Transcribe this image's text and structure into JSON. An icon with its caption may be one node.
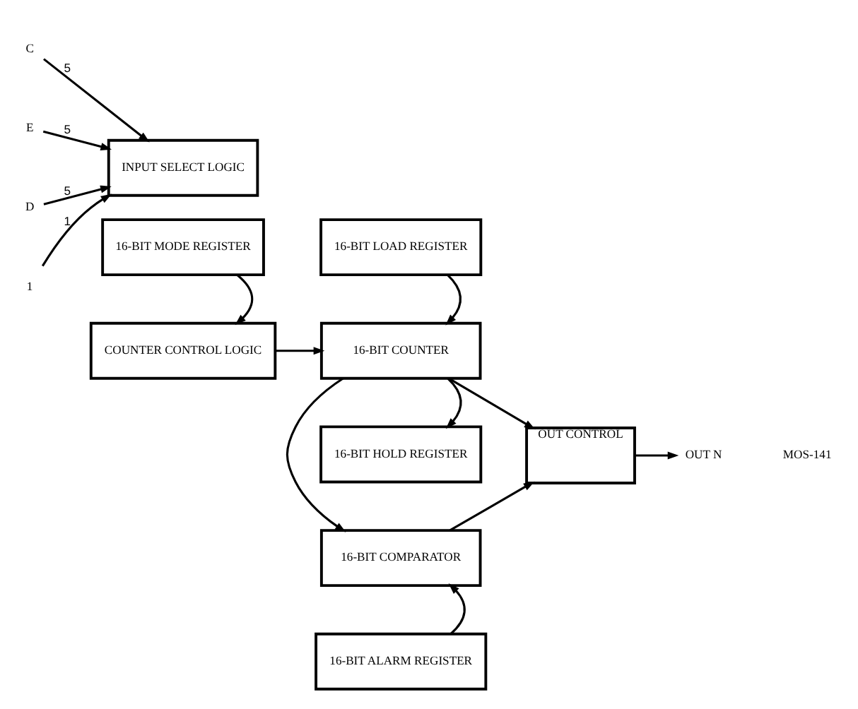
{
  "diagram": {
    "nodes": [
      {
        "text": [
          "INPUT SELECT LOGIC"
        ]
      },
      {
        "text": [
          "COUNTER CONTROL LOGIC"
        ]
      },
      {
        "text": [
          "16-BIT LOAD REGISTER"
        ]
      },
      {
        "text": [
          "16-BIT COUNTER"
        ]
      },
      {
        "text": [
          "OUT CONTROL"
        ]
      },
      {
        "text": [
          "16-BIT MODE REGISTER"
        ]
      },
      {
        "text": [
          "16-BIT HOLD REGISTER"
        ]
      },
      {
        "text": [
          "16-BIT COMPARATOR"
        ]
      },
      {
        "text": [
          "16-BIT ALARM REGISTER"
        ]
      },
      {
        "text": [
          "C"
        ]
      },
      {
        "text": [
          "E"
        ]
      },
      {
        "text": [
          "D"
        ]
      },
      {
        "text": [
          "1"
        ]
      },
      {
        "text": [
          "OUT N"
        ]
      }
    ],
    "edges": [
      {
        "from": 9,
        "to": 0,
        "arrow": "to",
        "label": "5"
      },
      {
        "from": 10,
        "to": 0,
        "arrow": "to",
        "label": "5"
      },
      {
        "from": 11,
        "to": 0,
        "arrow": "to",
        "label": "5"
      },
      {
        "from": 12,
        "to": 0,
        "arrow": "to",
        "label": "1"
      },
      {
        "from": 1,
        "to": 3,
        "arrow": "to"
      },
      {
        "from": 5,
        "to": 1,
        "arrow": "to"
      },
      {
        "from": 2,
        "to": 3,
        "arrow": "to"
      },
      {
        "from": 3,
        "to": 4,
        "arrow": "to"
      },
      {
        "from": 4,
        "to": 13,
        "arrow": "to"
      },
      {
        "from": 3,
        "to": 6,
        "arrow": "to"
      },
      {
        "from": 3,
        "to": 7,
        "arrow": "to"
      },
      {
        "from": 7,
        "to": 4,
        "arrow": "to"
      },
      {
        "from": 8,
        "to": 7,
        "arrow": "to"
      }
    ],
    "labels": [
      "MOS-141"
    ]
  }
}
